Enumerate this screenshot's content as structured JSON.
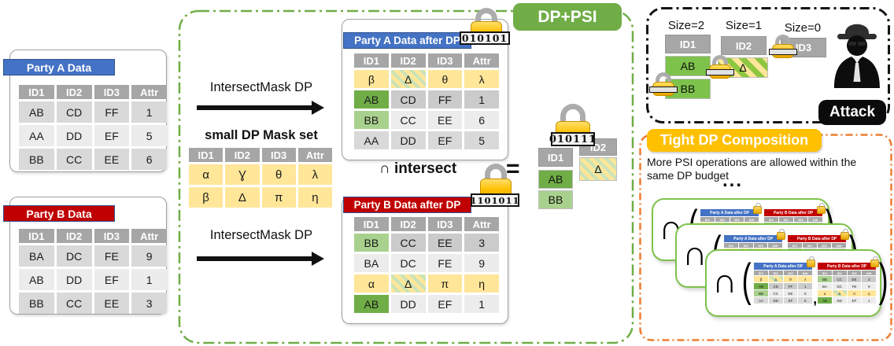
{
  "colors": {
    "blue": "#4472C4",
    "red": "#C00000",
    "green": "#70AD47",
    "light_green": "#A9D18E",
    "bright_green": "#7DC24B",
    "yellow": "#FFE699",
    "gold": "#FFC000",
    "orange": "#ED7D31",
    "gray_header": "#A6A6A6"
  },
  "labels": {
    "intersect_mask": "IntersectMask DP",
    "mask_set_title": "small DP Mask set",
    "intersect": "∩ intersect",
    "equals": "=",
    "dp_psi": "DP+PSI",
    "attack": "Attack",
    "cap": "∩",
    "paren_open": "(",
    "paren_close": ")",
    "comma": ",",
    "ellipsis": "..."
  },
  "locks": {
    "party_a_dp": "010101",
    "party_b_dp": "1101011",
    "result": "010111"
  },
  "tables": {
    "party_a": {
      "title": "Party A Data",
      "headers": [
        "ID1",
        "ID2",
        "ID3",
        "Attr"
      ],
      "rows": [
        [
          {
            "t": "AB",
            "c": "g3"
          },
          {
            "t": "CD",
            "c": "g3"
          },
          {
            "t": "FF",
            "c": "g3"
          },
          {
            "t": "1",
            "c": "g3"
          }
        ],
        [
          {
            "t": "AA",
            "c": "g2"
          },
          {
            "t": "DD",
            "c": "g2"
          },
          {
            "t": "EF",
            "c": "g2"
          },
          {
            "t": "5",
            "c": "g2"
          }
        ],
        [
          {
            "t": "BB",
            "c": "g3"
          },
          {
            "t": "CC",
            "c": "g3"
          },
          {
            "t": "EE",
            "c": "g3"
          },
          {
            "t": "6",
            "c": "g3"
          }
        ]
      ]
    },
    "party_b": {
      "title": "Party B Data",
      "headers": [
        "ID1",
        "ID2",
        "ID3",
        "Attr"
      ],
      "rows": [
        [
          {
            "t": "BA",
            "c": "g3"
          },
          {
            "t": "DC",
            "c": "g3"
          },
          {
            "t": "FE",
            "c": "g3"
          },
          {
            "t": "9",
            "c": "g3"
          }
        ],
        [
          {
            "t": "AB",
            "c": "g2"
          },
          {
            "t": "DD",
            "c": "g2"
          },
          {
            "t": "EF",
            "c": "g2"
          },
          {
            "t": "1",
            "c": "g2"
          }
        ],
        [
          {
            "t": "BB",
            "c": "g3"
          },
          {
            "t": "CC",
            "c": "g3"
          },
          {
            "t": "EE",
            "c": "g3"
          },
          {
            "t": "3",
            "c": "g3"
          }
        ]
      ]
    },
    "mask_set": {
      "title": "small DP Mask set",
      "headers": [
        "ID1",
        "ID2",
        "ID3",
        "Attr"
      ],
      "rows": [
        [
          {
            "t": "α",
            "c": "y"
          },
          {
            "t": "Ɣ",
            "c": "y"
          },
          {
            "t": "θ",
            "c": "y"
          },
          {
            "t": "λ",
            "c": "y"
          }
        ],
        [
          {
            "t": "β",
            "c": "y"
          },
          {
            "t": "Δ",
            "c": "y"
          },
          {
            "t": "π",
            "c": "y"
          },
          {
            "t": "η",
            "c": "y"
          }
        ]
      ]
    },
    "party_a_dp": {
      "title": "Party A Data after DP",
      "headers": [
        "ID1",
        "ID2",
        "ID3",
        "Attr"
      ],
      "rows": [
        [
          {
            "t": "β",
            "c": "y"
          },
          {
            "t": "Δ",
            "c": "h"
          },
          {
            "t": "θ",
            "c": "y"
          },
          {
            "t": "λ",
            "c": "y"
          }
        ],
        [
          {
            "t": "AB",
            "c": "dg"
          },
          {
            "t": "CD",
            "c": "g1"
          },
          {
            "t": "FF",
            "c": "g1"
          },
          {
            "t": "1",
            "c": "g1"
          }
        ],
        [
          {
            "t": "BB",
            "c": "lg"
          },
          {
            "t": "CC",
            "c": "g2"
          },
          {
            "t": "EE",
            "c": "g2"
          },
          {
            "t": "6",
            "c": "g2"
          }
        ],
        [
          {
            "t": "AA",
            "c": "g3"
          },
          {
            "t": "DD",
            "c": "g3"
          },
          {
            "t": "EF",
            "c": "g3"
          },
          {
            "t": "5",
            "c": "g3"
          }
        ]
      ]
    },
    "party_b_dp": {
      "title": "Party B Data after DP",
      "headers": [
        "ID1",
        "ID2",
        "ID3",
        "Attr"
      ],
      "rows": [
        [
          {
            "t": "BB",
            "c": "lg"
          },
          {
            "t": "CC",
            "c": "g1"
          },
          {
            "t": "EE",
            "c": "g1"
          },
          {
            "t": "3",
            "c": "g1"
          }
        ],
        [
          {
            "t": "BA",
            "c": "g2"
          },
          {
            "t": "DC",
            "c": "g2"
          },
          {
            "t": "FE",
            "c": "g2"
          },
          {
            "t": "9",
            "c": "g2"
          }
        ],
        [
          {
            "t": "α",
            "c": "y"
          },
          {
            "t": "Δ",
            "c": "h"
          },
          {
            "t": "π",
            "c": "y"
          },
          {
            "t": "η",
            "c": "y"
          }
        ],
        [
          {
            "t": "AB",
            "c": "dg"
          },
          {
            "t": "DD",
            "c": "g2"
          },
          {
            "t": "EF",
            "c": "g2"
          },
          {
            "t": "1",
            "c": "g2"
          }
        ]
      ]
    }
  },
  "result": {
    "id1_header": "ID1",
    "id1_cells": [
      "AB",
      "BB"
    ],
    "id2_header": "ID2",
    "id2_cell": "Δ"
  },
  "attack_panel": {
    "groups": [
      {
        "label": "Size=2",
        "header": "ID1",
        "cells": [
          "AB",
          "BB"
        ]
      },
      {
        "label": "Size=1",
        "header": "ID2",
        "cells": [
          "Δ"
        ]
      },
      {
        "label": "Size=0",
        "header": "ID3",
        "cells": []
      }
    ],
    "attack_label": "Attack"
  },
  "composition": {
    "title": "Tight DP Composition",
    "description": "More PSI operations are allowed within the same DP budget"
  }
}
